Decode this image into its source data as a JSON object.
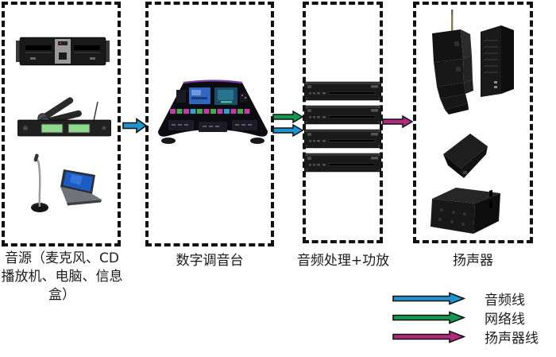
{
  "diagram": {
    "stages": [
      {
        "label": "音源（麦克风、CD播放机、电脑、信息盒）",
        "devices": [
          "cd-player",
          "wireless-microphones",
          "gooseneck-microphone",
          "laptop"
        ]
      },
      {
        "label": "数字调音台",
        "devices": [
          "digital-mixing-console"
        ]
      },
      {
        "label": "音频处理+功放",
        "devices": [
          "processor-amplifier",
          "processor-amplifier",
          "processor-amplifier",
          "processor-amplifier"
        ]
      },
      {
        "label": "扬声器",
        "devices": [
          "line-array-speaker",
          "column-speaker",
          "stage-monitor-speaker",
          "subwoofer"
        ]
      }
    ],
    "connections": [
      {
        "from": "音源",
        "to": "数字调音台",
        "line": "音频线"
      },
      {
        "from": "数字调音台",
        "to": "音频处理+功放",
        "line": "网络线"
      },
      {
        "from": "数字调音台",
        "to": "音频处理+功放",
        "line": "音频线"
      },
      {
        "from": "音频处理+功放",
        "to": "扬声器",
        "line": "扬声器线"
      }
    ]
  },
  "legend": {
    "items": [
      {
        "label": "音频线",
        "color": "#1f95d0"
      },
      {
        "label": "网络线",
        "color": "#14984c"
      },
      {
        "label": "扬声器线",
        "color": "#b02b7c"
      }
    ]
  },
  "colors": {
    "border": "#111111",
    "background": "#ffffff"
  }
}
